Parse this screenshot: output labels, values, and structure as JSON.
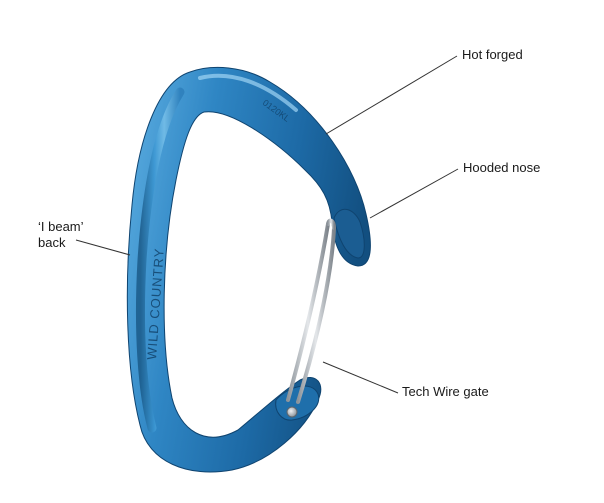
{
  "diagram": {
    "labels": {
      "hot_forged": "Hot forged",
      "hooded_nose": "Hooded nose",
      "i_beam_line1": "‘I beam’",
      "i_beam_line2": "back",
      "tech_wire_gate": "Tech Wire gate"
    },
    "carabiner_markings": {
      "brand": "WILD COUNTRY",
      "serial": "0120KL"
    },
    "colors": {
      "body_blue": "#2e86c1",
      "body_dark": "#14507e",
      "body_light": "#7cc3ec",
      "wire_silver": "#b9bec4",
      "leader_line": "#333333",
      "label_text": "#1a1a1a"
    },
    "icons": {
      "carabiner": "carabiner-icon"
    }
  }
}
